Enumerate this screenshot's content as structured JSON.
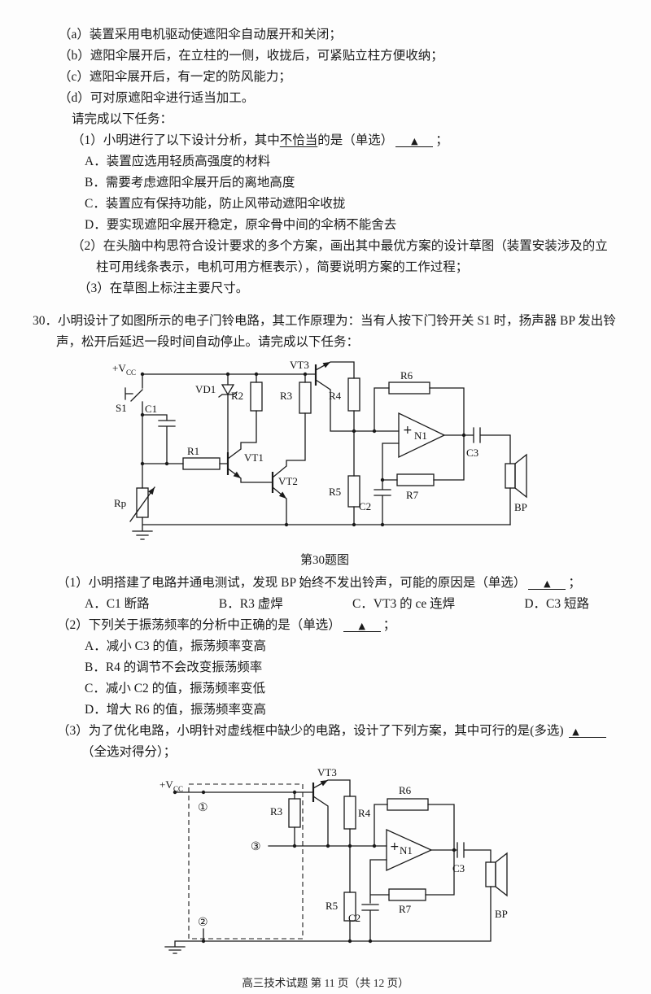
{
  "doc": {
    "pre_items": [
      "（a）装置采用电机驱动使遮阳伞自动展开和关闭；",
      "（b）遮阳伞展开后，在立柱的一侧，收拢后，可紧贴立柱方便收纳；",
      "（c）遮阳伞展开后，有一定的防风能力；",
      "（d）可对原遮阳伞进行适当加工。"
    ],
    "task_intro": "请完成以下任务：",
    "blank": "▲",
    "semicolon": "；",
    "q29": {
      "q1_pre": "（1）小明进行了以下设计分析，其中",
      "q1_emph": "不恰当",
      "q1_post": "的是（单选）",
      "q1_options": [
        "A．装置应选用轻质高强度的材料",
        "B．需要考虑遮阳伞展开后的离地高度",
        "C．装置应有保持功能，防止风带动遮阳伞收拢",
        "D．要实现遮阳伞展开稳定，原伞骨中间的伞柄不能舍去"
      ],
      "q2": "（2）在头脑中构思符合设计要求的多个方案，画出其中最优方案的设计草图（装置安装涉及的立柱可用线条表示，电机可用方框表示），简要说明方案的工作过程；",
      "q3": "（3）在草图上标注主要尺寸。"
    },
    "q30": {
      "intro": "30．小明设计了如图所示的电子门铃电路，其工作原理为：当有人按下门铃开关 S1 时，扬声器 BP 发出铃声，松开后延迟一段时间自动停止。请完成以下任务：",
      "fig_caption": "第30题图",
      "q1": "（1）小明搭建了电路并通电测试，发现 BP 始终不发出铃声，可能的原因是（单选）",
      "q1_options": [
        "A．C1 断路",
        "B．R3 虚焊",
        "C．VT3 的 ce 连焊",
        "D．C3 短路"
      ],
      "q2": "（2）下列关于振荡频率的分析中正确的是（单选）",
      "q2_options": [
        "A．减小 C3 的值，振荡频率变高",
        "B．R4 的调节不会改变振荡频率",
        "C．减小 C2 的值，振荡频率变低",
        "D．增大 R6 的值，振荡频率变高"
      ],
      "q3_pre": "（3）为了优化电路，小明针对虚线框中缺少的电路，设计了下列方案，其中可行的是(多选)",
      "q3_post": "（全选对得分）；"
    },
    "footer": "高三技术试题  第 11 页（共 12 页）"
  },
  "circuit1": {
    "labels": {
      "vcc": "+V",
      "vcc_sub": "CC",
      "s1": "S1",
      "c1": "C1",
      "vd1": "VD1",
      "r1": "R1",
      "r2": "R2",
      "r3": "R3",
      "r4": "R4",
      "r5": "R5",
      "r6": "R6",
      "r7": "R7",
      "rp": "Rp",
      "vt1": "VT1",
      "vt2": "VT2",
      "vt3": "VT3",
      "n1": "N1",
      "plus": "+",
      "c2": "C2",
      "c3": "C3",
      "bp": "BP"
    }
  },
  "circuit2": {
    "labels": {
      "vcc": "+V",
      "vcc_sub": "CC",
      "vt3": "VT3",
      "r3": "R3",
      "r4": "R4",
      "r5": "R5",
      "r6": "R6",
      "r7": "R7",
      "n1": "N1",
      "plus": "+",
      "c2": "C2",
      "c3": "C3",
      "bp": "BP",
      "t1": "①",
      "t2": "②",
      "t3": "③"
    }
  }
}
